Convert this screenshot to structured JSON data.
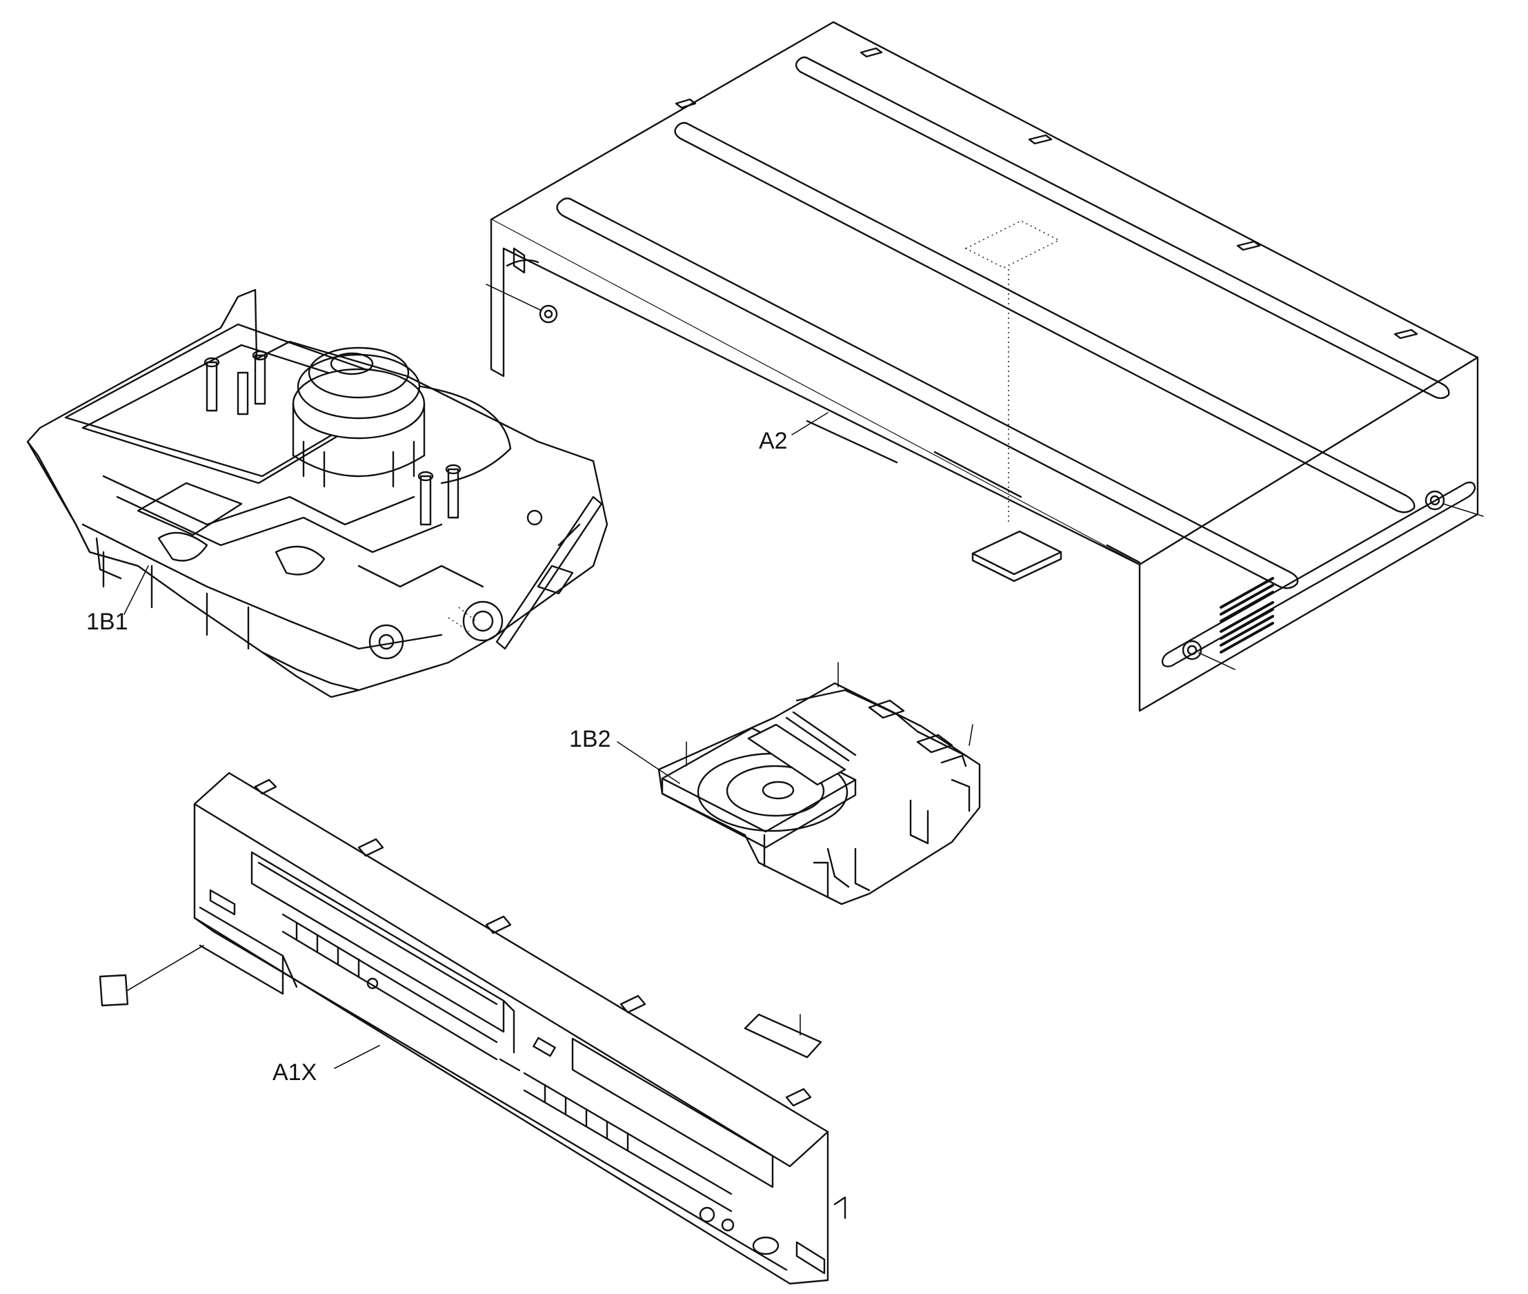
{
  "labels": {
    "a2": "A2",
    "b1": "1B1",
    "b2": "1B2",
    "a1x": "A1X"
  }
}
